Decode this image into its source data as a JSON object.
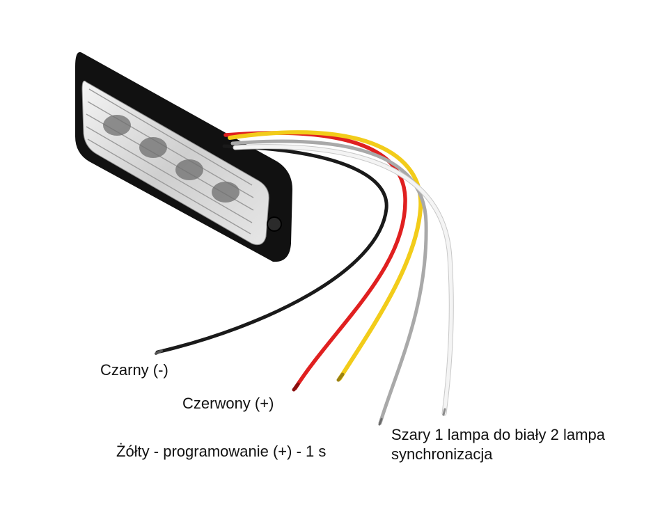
{
  "labels": {
    "black": "Czarny (-)",
    "red": "Czerwony (+)",
    "yellow": "Żółty - programowanie (+) - 1 s",
    "grey_line1": "Szary 1 lampa do biały 2 lampa",
    "grey_line2": "synchronizacja"
  },
  "colors": {
    "housing": "#111111",
    "lens": "#d9d9d9",
    "wire_black": "#1a1a1a",
    "wire_red": "#e02020",
    "wire_yellow": "#f2cc1a",
    "wire_grey": "#a9a9a9",
    "wire_white": "#f4f4f4"
  }
}
